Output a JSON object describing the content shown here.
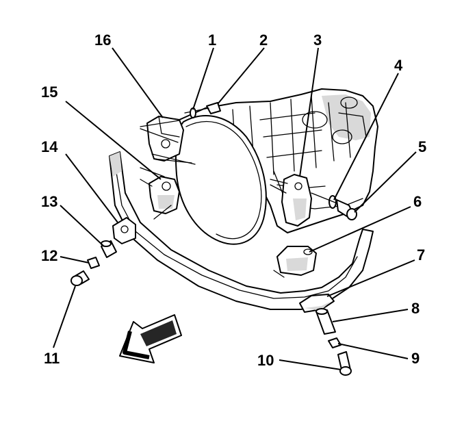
{
  "callouts": {
    "c1": "1",
    "c2": "2",
    "c3": "3",
    "c4": "4",
    "c5": "5",
    "c6": "6",
    "c7": "7",
    "c8": "8",
    "c9": "9",
    "c10": "10",
    "c11": "11",
    "c12": "12",
    "c13": "13",
    "c14": "14",
    "c15": "15",
    "c16": "16"
  },
  "icons": {
    "front_arrow": "direction-arrow-icon"
  },
  "colors": {
    "line": "#000000",
    "background": "#ffffff",
    "shade": "#d9d9d9"
  }
}
